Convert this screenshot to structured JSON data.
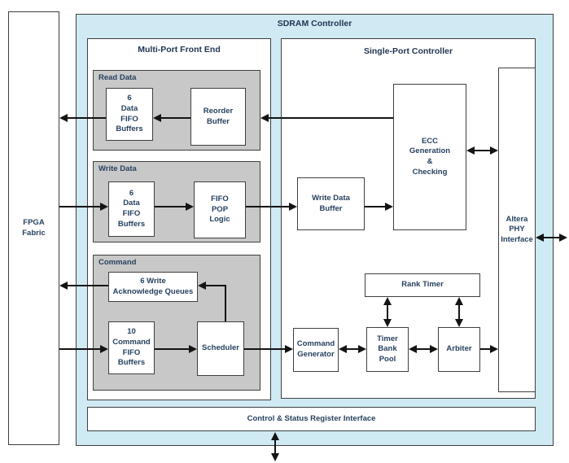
{
  "colors": {
    "sdram_fill": "#cfeaf3",
    "group_fill": "#c8c8c8",
    "box_fill": "#ffffff",
    "border": "#3f3f3f",
    "line": "#141414",
    "text": "#26415f"
  },
  "labels": {
    "fpga_fabric": "FPGA\nFabric",
    "sdram_controller": "SDRAM Controller",
    "multi_port_front_end": "Multi-Port Front End",
    "single_port_controller": "Single-Port Controller",
    "read_data": "Read Data",
    "read_fifo": "6\nData\nFIFO\nBuffers",
    "reorder_buffer": "Reorder\nBuffer",
    "write_data": "Write Data",
    "write_fifo": "6\nData\nFIFO\nBuffers",
    "fifo_pop": "FIFO\nPOP\nLogic",
    "command": "Command",
    "ack_queues": "6 Write\nAcknowledge Queues",
    "cmd_fifo": "10\nCommand\nFIFO\nBuffers",
    "scheduler": "Scheduler",
    "write_data_buffer": "Write Data\nBuffer",
    "ecc": "ECC\nGeneration\n&\nChecking",
    "rank_timer": "Rank Timer",
    "command_generator": "Command\nGenerator",
    "timer_bank_pool": "Timer\nBank\nPool",
    "arbiter": "Arbiter",
    "altera_phy": "Altera\nPHY\nInterface",
    "csr_interface": "Control & Status Register Interface"
  }
}
